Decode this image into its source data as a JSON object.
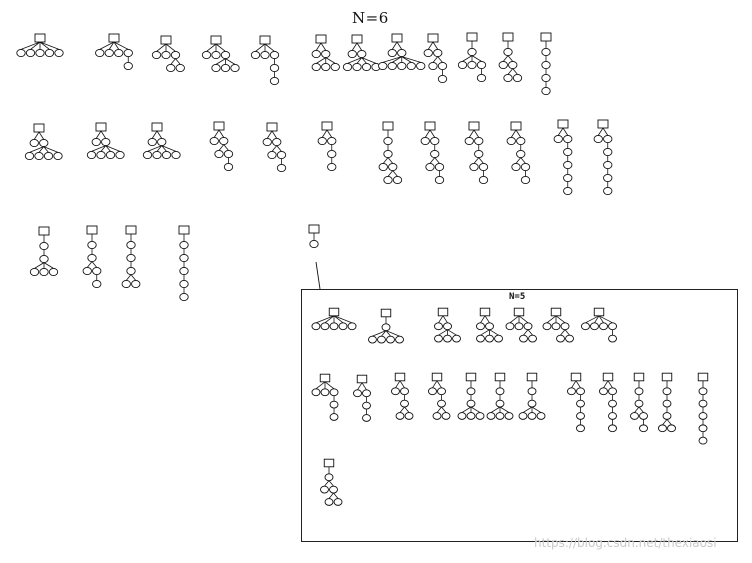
{
  "title": "N=6",
  "inset_title": "N=5",
  "watermark": "https://blog.csdn.net/thexiaosi",
  "colors": {
    "stroke": "#111111",
    "background": "#ffffff",
    "watermark": "#c9c9c9"
  },
  "main_trees": [
    {
      "depths": [
        1,
        1,
        1,
        1,
        1
      ]
    },
    {
      "depths": [
        1,
        1,
        1,
        1,
        2
      ]
    },
    {
      "depths": [
        1,
        1,
        1,
        2,
        2
      ]
    },
    {
      "depths": [
        1,
        1,
        1,
        2,
        2,
        2
      ]
    },
    {
      "depths": [
        1,
        1,
        1,
        2,
        3
      ]
    },
    {
      "depths": [
        1,
        1,
        2,
        2,
        2
      ]
    },
    {
      "depths": [
        1,
        1,
        2,
        2,
        2,
        2
      ]
    },
    {
      "depths": [
        1,
        1,
        2,
        2,
        2,
        2,
        2
      ]
    },
    {
      "depths": [
        1,
        1,
        2,
        2,
        3
      ]
    },
    {
      "depths": [
        1,
        2,
        2,
        2,
        3
      ]
    },
    {
      "depths": [
        1,
        2,
        2,
        3,
        3
      ]
    },
    {
      "depths": [
        1,
        2,
        3,
        4
      ]
    },
    {
      "depths": [
        1,
        1,
        2,
        2,
        2,
        2
      ]
    },
    {
      "depths": [
        1,
        1,
        2,
        2,
        2,
        2
      ]
    },
    {
      "depths": [
        1,
        1,
        2,
        2,
        2,
        2
      ]
    },
    {
      "depths": [
        1,
        1,
        2,
        2,
        3
      ]
    },
    {
      "depths": [
        1,
        1,
        2,
        2,
        3
      ]
    },
    {
      "depths": [
        1,
        1,
        2,
        3
      ]
    },
    {
      "depths": [
        1,
        2,
        3,
        3,
        4,
        4
      ]
    },
    {
      "depths": [
        1,
        1,
        2,
        3,
        3,
        4
      ]
    },
    {
      "depths": [
        1,
        1,
        2,
        3,
        3,
        4
      ]
    },
    {
      "depths": [
        1,
        1,
        2,
        3,
        3,
        4
      ]
    },
    {
      "depths": [
        1,
        1,
        2,
        3,
        4,
        5
      ]
    },
    {
      "depths": [
        1,
        1,
        2,
        3,
        4,
        5
      ]
    },
    {
      "depths": [
        1,
        2,
        3,
        3,
        3
      ]
    },
    {
      "depths": [
        1,
        2,
        3,
        3,
        4
      ]
    },
    {
      "depths": [
        1,
        2,
        3,
        4,
        4
      ]
    },
    {
      "depths": [
        1,
        2,
        3,
        4,
        5
      ]
    },
    {
      "depths": [
        1
      ]
    }
  ],
  "inset_trees": [
    {
      "depths": [
        1,
        1,
        1,
        1,
        1
      ]
    },
    {
      "depths": [
        1,
        2,
        2,
        2,
        2
      ]
    },
    {
      "depths": [
        1,
        1,
        2,
        2,
        2
      ]
    },
    {
      "depths": [
        1,
        1,
        2,
        2,
        2
      ]
    },
    {
      "depths": [
        1,
        1,
        1,
        2,
        2
      ]
    },
    {
      "depths": [
        1,
        1,
        1,
        2,
        2
      ]
    },
    {
      "depths": [
        1,
        1,
        1,
        1,
        2
      ]
    },
    {
      "depths": [
        1,
        1,
        1,
        2,
        3
      ]
    },
    {
      "depths": [
        1,
        1,
        2,
        3
      ]
    },
    {
      "depths": [
        1,
        1,
        2,
        3,
        3
      ]
    },
    {
      "depths": [
        1,
        1,
        2,
        3,
        3
      ]
    },
    {
      "depths": [
        1,
        2,
        3,
        3,
        3
      ]
    },
    {
      "depths": [
        1,
        2,
        3,
        3,
        3
      ]
    },
    {
      "depths": [
        1,
        2,
        3,
        3,
        3
      ]
    },
    {
      "depths": [
        1,
        1,
        2,
        3,
        4
      ]
    },
    {
      "depths": [
        1,
        1,
        2,
        3,
        4
      ]
    },
    {
      "depths": [
        1,
        2,
        3,
        3,
        4
      ]
    },
    {
      "depths": [
        1,
        2,
        3,
        4,
        4
      ]
    },
    {
      "depths": [
        1,
        2,
        3,
        4,
        5
      ]
    },
    {
      "depths": [
        1,
        2,
        2,
        3,
        3
      ]
    }
  ]
}
